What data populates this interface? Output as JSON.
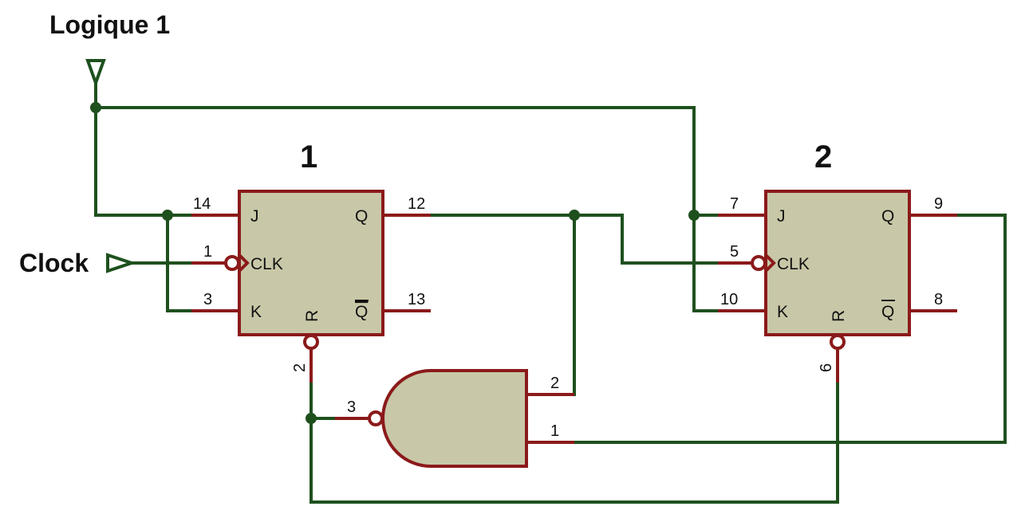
{
  "labels": {
    "logic_high": "Logique 1",
    "clock": "Clock"
  },
  "flipflop_1": {
    "title": "1",
    "pin_names": {
      "j": "J",
      "clk": "CLK",
      "k": "K",
      "q": "Q",
      "qbar": "Q",
      "r": "R"
    },
    "pin_numbers": {
      "j": "14",
      "clk": "1",
      "k": "3",
      "q": "12",
      "qbar": "13",
      "r": "2"
    }
  },
  "flipflop_2": {
    "title": "2",
    "pin_names": {
      "j": "J",
      "clk": "CLK",
      "k": "K",
      "q": "Q",
      "qbar": "Q",
      "r": "R"
    },
    "pin_numbers": {
      "j": "7",
      "clk": "5",
      "k": "10",
      "q": "9",
      "qbar": "8",
      "r": "6"
    }
  },
  "nand_gate": {
    "pin_numbers": {
      "in_a": "2",
      "in_b": "1",
      "out": "3"
    }
  },
  "colors": {
    "wire": "#1e501e",
    "pin": "#8b1a1a",
    "component_body": "#c8c8a8"
  }
}
